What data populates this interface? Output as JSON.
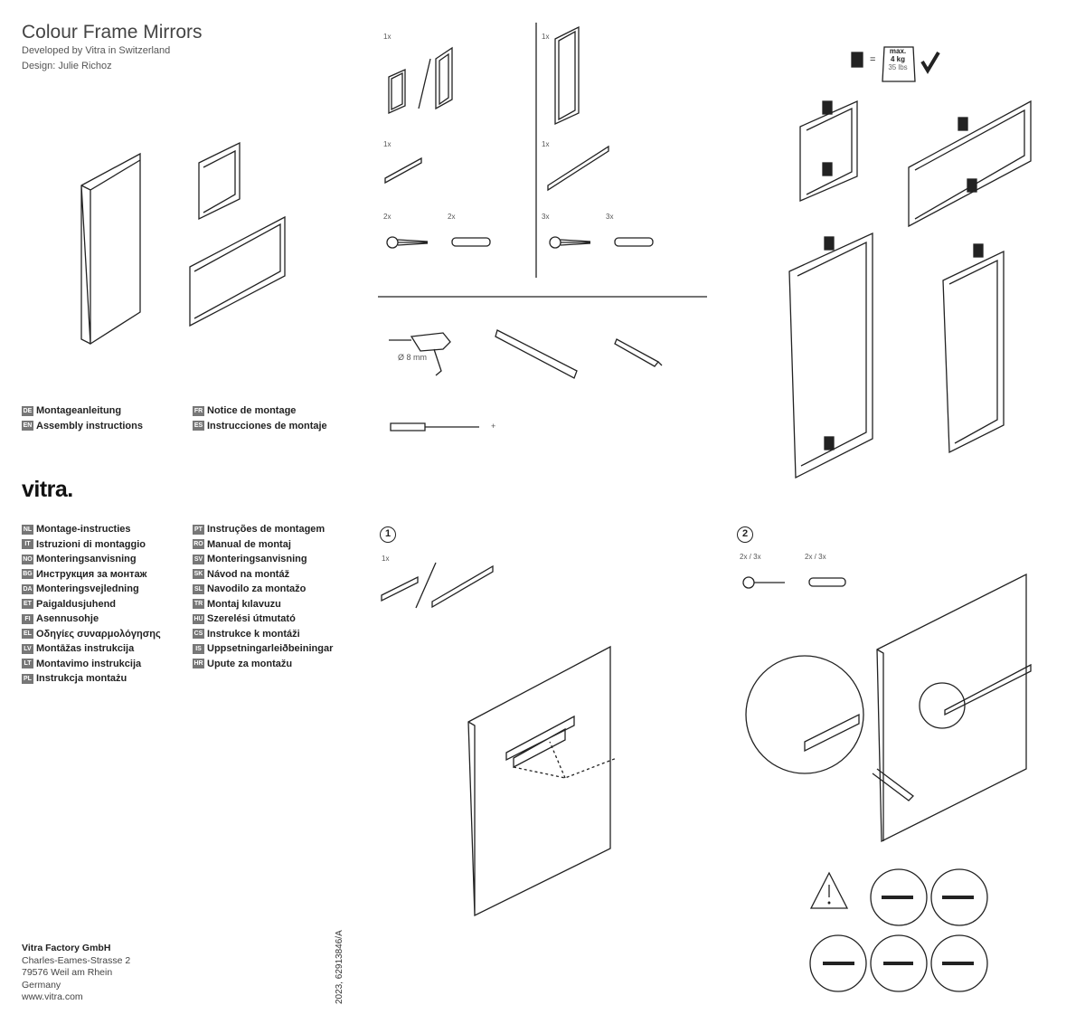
{
  "header": {
    "title": "Colour Frame Mirrors",
    "developed": "Developed by Vitra in Switzerland",
    "design": "Design: Julie Richoz"
  },
  "languages_primary": [
    {
      "code": "DE",
      "label": "Montageanleitung"
    },
    {
      "code": "EN",
      "label": "Assembly instructions"
    },
    {
      "code": "FR",
      "label": "Notice de montage"
    },
    {
      "code": "ES",
      "label": "Instrucciones de montaje"
    }
  ],
  "logo": "vitra.",
  "languages_left": [
    {
      "code": "NL",
      "label": "Montage-instructies"
    },
    {
      "code": "IT",
      "label": "Istruzioni di montaggio"
    },
    {
      "code": "NO",
      "label": "Monteringsanvisning"
    },
    {
      "code": "BG",
      "label": "Инструкция за монтаж"
    },
    {
      "code": "DA",
      "label": "Monteringsvejledning"
    },
    {
      "code": "ET",
      "label": "Paigaldusjuhend"
    },
    {
      "code": "FI",
      "label": "Asennusohje"
    },
    {
      "code": "EL",
      "label": "Οδηγίες συναρμολόγησης"
    },
    {
      "code": "LV",
      "label": "Montāžas instrukcija"
    },
    {
      "code": "LT",
      "label": "Montavimo instrukcija"
    },
    {
      "code": "PL",
      "label": "Instrukcja montażu"
    }
  ],
  "languages_right": [
    {
      "code": "PT",
      "label": "Instruções de montagem"
    },
    {
      "code": "RO",
      "label": "Manual de montaj"
    },
    {
      "code": "SV",
      "label": "Monteringsanvisning"
    },
    {
      "code": "SK",
      "label": "Návod na montáž"
    },
    {
      "code": "SL",
      "label": "Navodilo za montažo"
    },
    {
      "code": "TR",
      "label": "Montaj kılavuzu"
    },
    {
      "code": "HU",
      "label": "Szerelési útmutató"
    },
    {
      "code": "CS",
      "label": "Instrukce k montáži"
    },
    {
      "code": "IS",
      "label": "Uppsetningarleiðbeiningar"
    },
    {
      "code": "HR",
      "label": "Upute za montažu"
    }
  ],
  "address": {
    "company": "Vitra Factory GmbH",
    "street": "Charles-Eames-Strasse 2",
    "city": "79576 Weil am Rhein",
    "country": "Germany",
    "web": "www.vitra.com"
  },
  "doc_number": "2023, 62913846/A",
  "parts": {
    "q_frame_small": "1x",
    "q_rail_small": "1x",
    "q_screw_small": "2x",
    "q_plug_small": "2x",
    "q_frame_large": "1x",
    "q_rail_large": "1x",
    "q_screw_large": "3x",
    "q_plug_large": "3x"
  },
  "tools": {
    "drill_size": "Ø 8 mm",
    "plus": "+"
  },
  "weight": {
    "max": "max.",
    "kg": "4 kg",
    "lbs": "35 lbs",
    "equals": "="
  },
  "step1": {
    "number": "1",
    "qty": "1x"
  },
  "step2": {
    "number": "2",
    "qty_screw": "2x / 3x",
    "qty_plug": "2x / 3x"
  }
}
